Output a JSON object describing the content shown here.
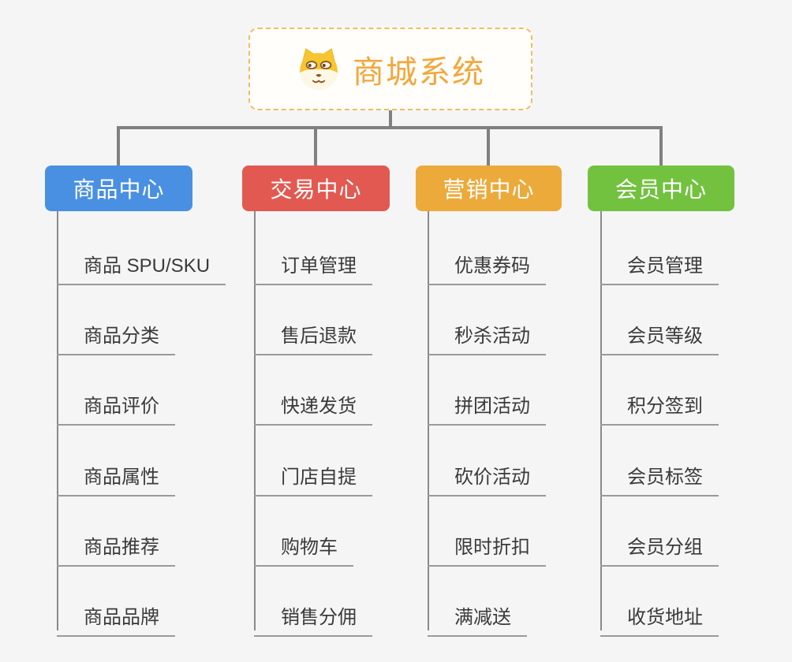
{
  "root": {
    "title": "商城系统",
    "icon": "dog-face-icon"
  },
  "colors": {
    "root_border": "#f3bc5e",
    "root_title": "#f2a73c",
    "connector": "#808080",
    "underline": "#9a9a9a",
    "leaf_text": "#3a3a3a",
    "branch_product": "#4a90e2",
    "branch_trade": "#e25951",
    "branch_marketing": "#ecaa3b",
    "branch_member": "#73c23f"
  },
  "branches": [
    {
      "label": "商品中心",
      "color": "#4a90e2",
      "items": [
        "商品 SPU/SKU",
        "商品分类",
        "商品评价",
        "商品属性",
        "商品推荐",
        "商品品牌"
      ]
    },
    {
      "label": "交易中心",
      "color": "#e25951",
      "items": [
        "订单管理",
        "售后退款",
        "快递发货",
        "门店自提",
        "购物车",
        "销售分佣"
      ]
    },
    {
      "label": "营销中心",
      "color": "#ecaa3b",
      "items": [
        "优惠券码",
        "秒杀活动",
        "拼团活动",
        "砍价活动",
        "限时折扣",
        "满减送"
      ]
    },
    {
      "label": "会员中心",
      "color": "#73c23f",
      "items": [
        "会员管理",
        "会员等级",
        "积分签到",
        "会员标签",
        "会员分组",
        "收货地址"
      ]
    }
  ]
}
